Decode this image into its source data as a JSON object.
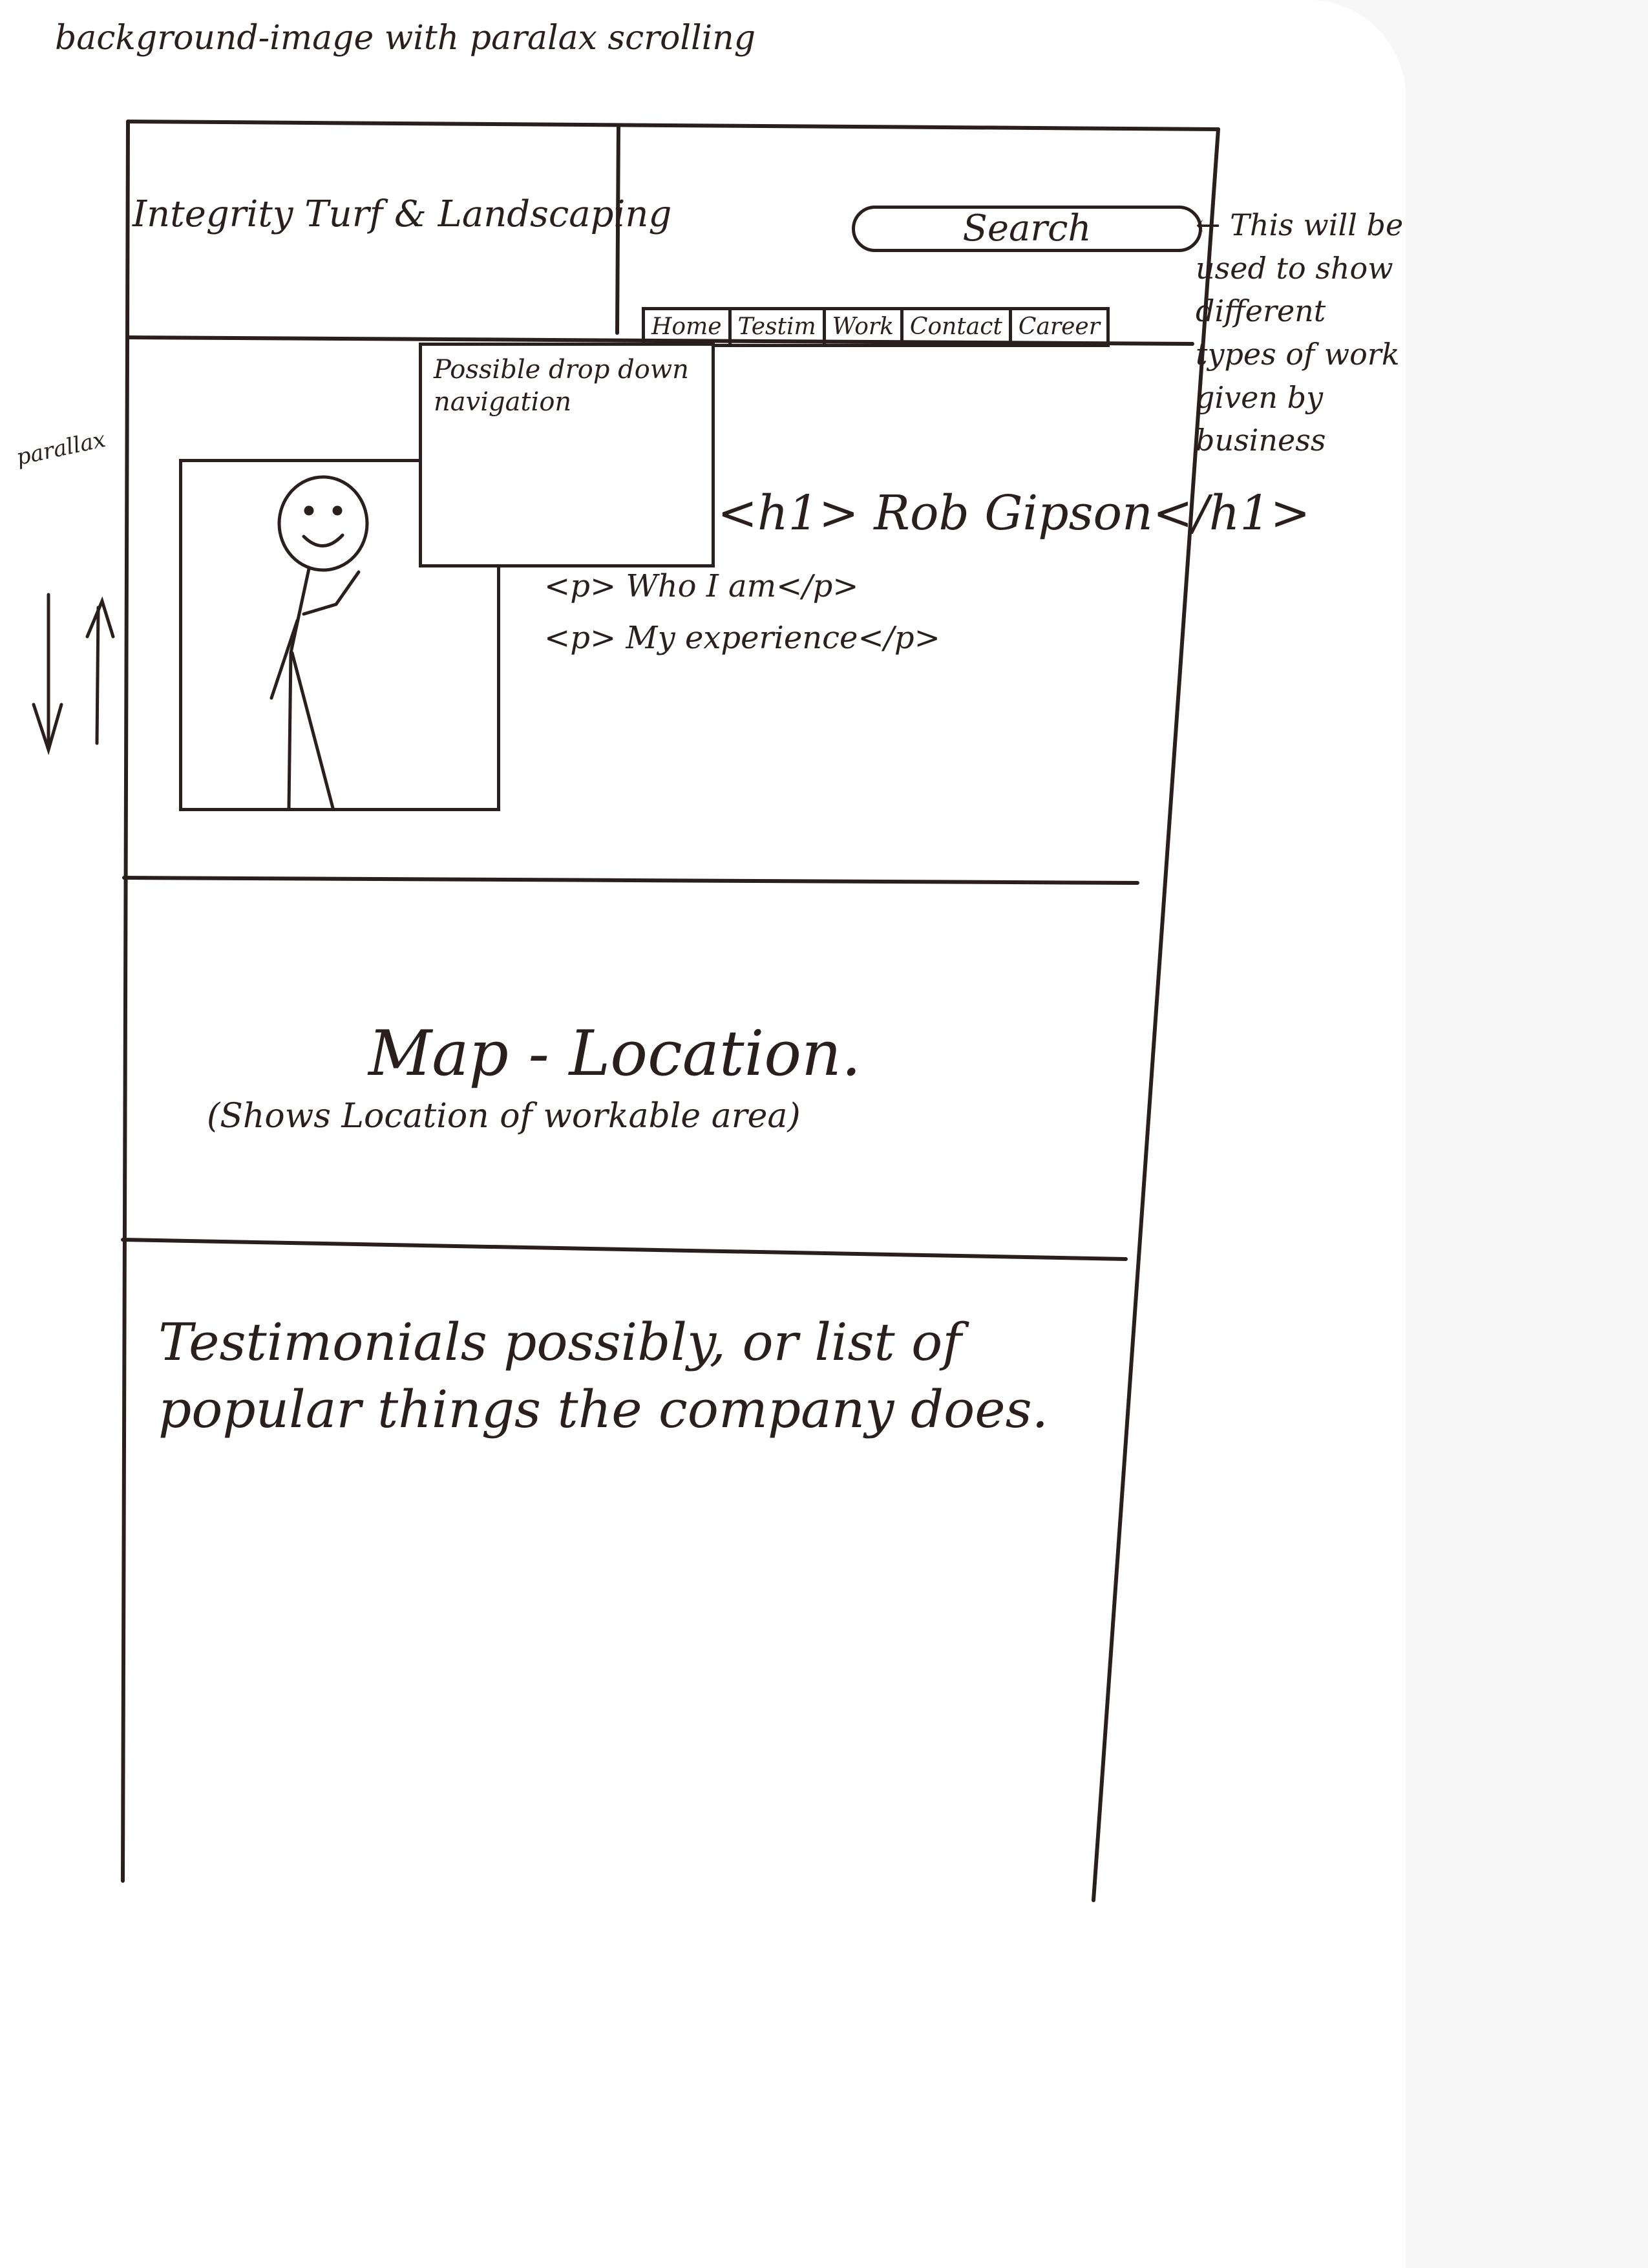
{
  "page": {
    "background_note": "background-image with paralax scrolling"
  },
  "header": {
    "brand": "Integrity Turf & Landscaping",
    "search_label": "Search",
    "nav_items": [
      "Home",
      "Testim",
      "Work",
      "Contact",
      "Career"
    ]
  },
  "annotations": {
    "side_note": "← This will be used to show different types of work given by business",
    "parallax_label": "parallax"
  },
  "hero": {
    "dropdown_note": "Possible drop down navigation",
    "h1_line": "<h1> Rob Gipson</h1>",
    "p1_line": "<p> Who I am</p>",
    "p2_line": "<p> My experience</p>"
  },
  "map_section": {
    "title": "Map - Location.",
    "subtitle": "(Shows Location of workable area)"
  },
  "testimonials_section": {
    "text": "Testimonials possibly, or list of popular things the company does."
  },
  "colors": {
    "ink": "#2a1f1c",
    "paper": "#ffffff",
    "background": "#f7f7f7"
  }
}
